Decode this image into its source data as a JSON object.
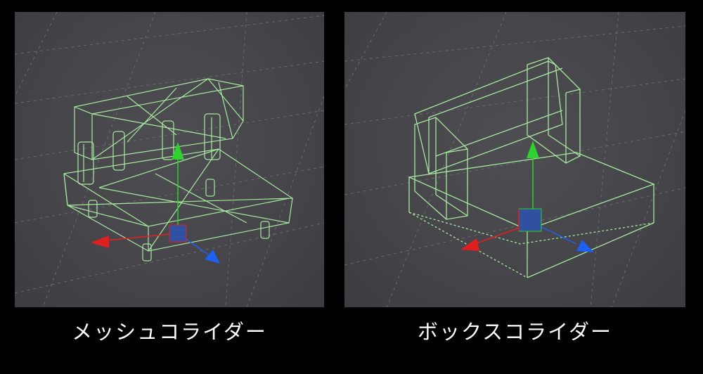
{
  "panels": [
    {
      "id": "mesh",
      "caption": "メッシュコライダー"
    },
    {
      "id": "box",
      "caption": "ボックスコライダー"
    }
  ],
  "colors": {
    "background": "#000000",
    "viewport": "#47474c",
    "grid": "#6a6a70",
    "wireframe": "#a8e8a0",
    "axis_x": "#e02020",
    "axis_y": "#30d030",
    "axis_z": "#2060f0"
  },
  "icons": [
    "transform-gizmo-icon",
    "axis-x-arrow-icon",
    "axis-y-arrow-icon",
    "axis-z-arrow-icon"
  ]
}
